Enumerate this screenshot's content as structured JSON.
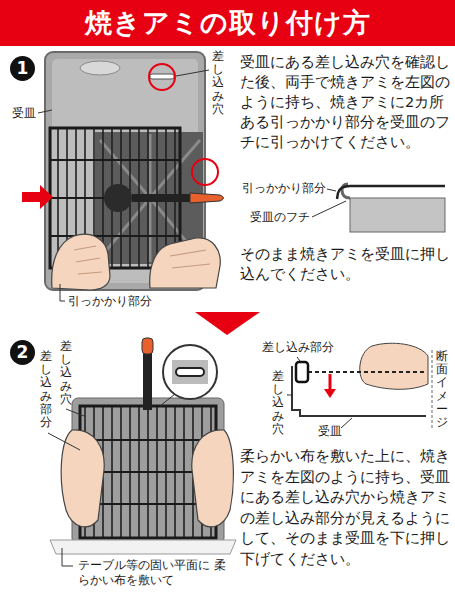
{
  "diagram": {
    "title": "焼きアミの取り付け方",
    "nodes": [
      {
        "text": [
          "1"
        ]
      },
      {
        "text": [
          "2"
        ]
      }
    ],
    "labels": [
      "差し込み穴",
      "受皿",
      "引っかかり部分",
      "受皿にある差し込み穴を確認した後、両手で焼きアミを左図のように持ち、焼きアミに2カ所ある引っかかり部分を受皿のフチに引っかけてください。",
      "引っかかり部分",
      "受皿のフチ",
      "そのまま焼きアミを受皿に押し込んでください。",
      "差し込み穴",
      "差し込み部分",
      "テーブル等の固い平面に 柔らかい布を敷いて",
      "差し込み部分",
      "差し込み穴",
      "受皿",
      "断面イメージ",
      "柔らかい布を敷いた上に、焼きアミを左図のように持ち、受皿にある差し込み穴から焼きアミの差し込み部分が見えるようにして、そのまま受皿を下に押し下げてください。"
    ]
  }
}
